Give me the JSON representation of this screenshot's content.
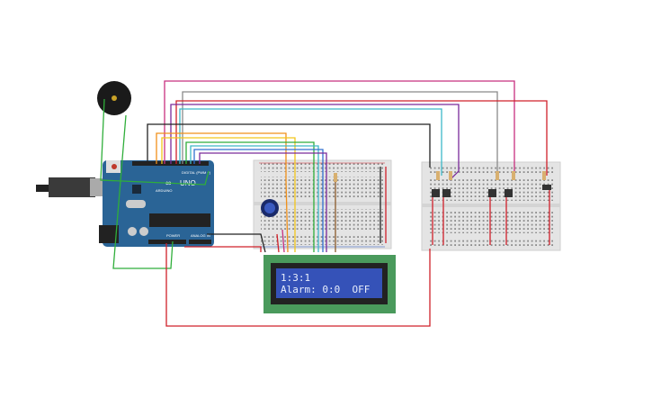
{
  "arduino": {
    "brand": "ARDUINO",
    "model": "UNO",
    "digital_label": "DIGITAL (PWM ~)",
    "power_label": "POWER",
    "analog_label": "ANALOG IN",
    "board_color": "#2a6496"
  },
  "lcd": {
    "line1": "1:3:1",
    "line2": "Alarm: 0:0  OFF",
    "pcb_color": "#4a9a5c",
    "screen_color": "#3552b8"
  },
  "wire_colors": {
    "red": "#d0202a",
    "black": "#222222",
    "green": "#2fae3a",
    "pink": "#c8307f",
    "gray": "#8a8a8a",
    "purple": "#7a2a9a",
    "cyan": "#3db8c8",
    "orange": "#f0901a",
    "yellow": "#f2c51a",
    "blue": "#3070d0"
  }
}
